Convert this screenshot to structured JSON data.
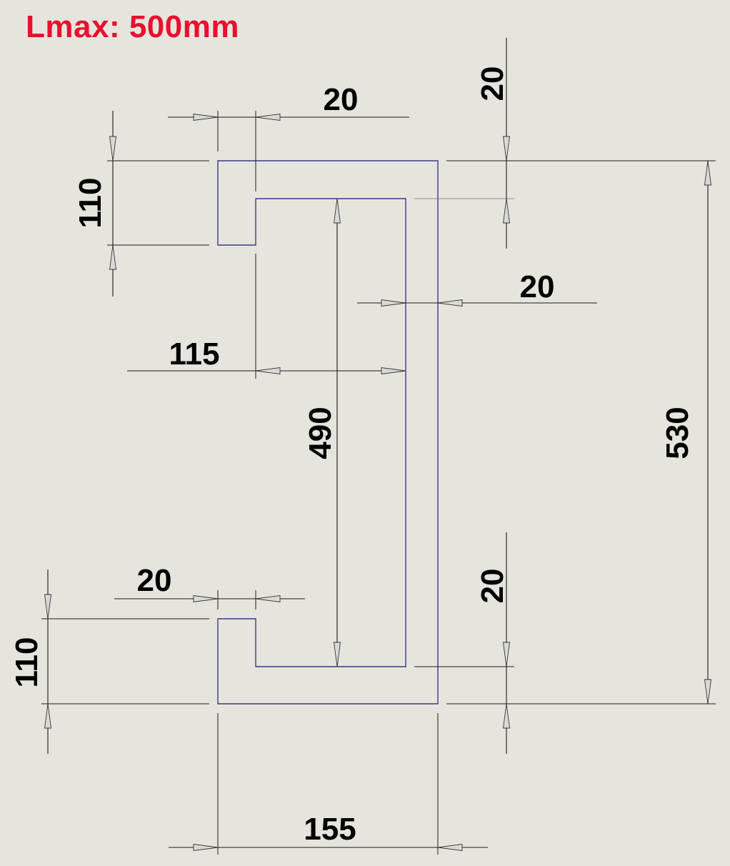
{
  "title": "Lmax: 500mm",
  "colors": {
    "title": "#e8102e",
    "profile_outline": "#3a3a8c",
    "dimension_lines": "#1a1a1a",
    "background": "#e6e5dd"
  },
  "dimensions": {
    "top_lip_thickness": "20",
    "top_flange_height": "110",
    "top_flange_thickness": "20",
    "web_thickness": "20",
    "inner_width": "115",
    "inner_height": "490",
    "overall_height": "530",
    "bottom_lip_thickness": "20",
    "bottom_flange_height": "110",
    "bottom_flange_thickness": "20",
    "overall_width": "155"
  }
}
